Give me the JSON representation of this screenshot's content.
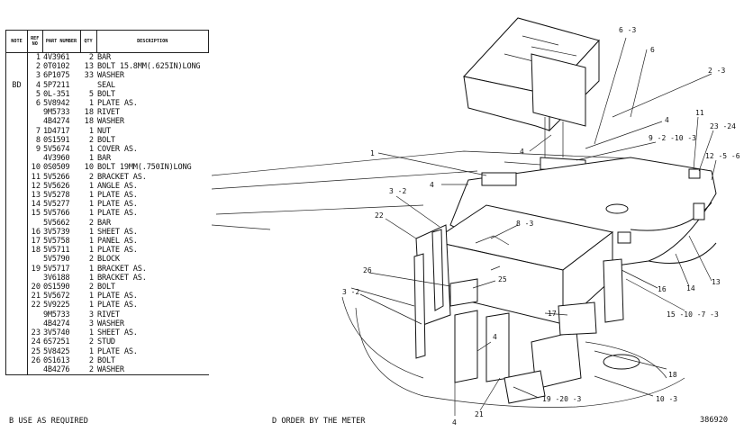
{
  "table": {
    "headers": {
      "note": "NOTE",
      "ref": "REF NO",
      "part": "PART NUMBER",
      "qty": "QTY",
      "desc": "DESCRIPTION"
    },
    "rows": [
      {
        "note": "",
        "ref": "1",
        "part": "4V3961",
        "qty": "2",
        "desc": "BAR"
      },
      {
        "note": "",
        "ref": "2",
        "part": "0T0102",
        "qty": "13",
        "desc": "BOLT 15.8MM(.625IN)LONG"
      },
      {
        "note": "",
        "ref": "3",
        "part": "6P1075",
        "qty": "33",
        "desc": "WASHER"
      },
      {
        "note": "BD",
        "ref": "4",
        "part": "5P7211",
        "qty": "",
        "desc": "SEAL"
      },
      {
        "note": "",
        "ref": "5",
        "part": "0L-351",
        "qty": "5",
        "desc": "BOLT"
      },
      {
        "note": "",
        "ref": "6",
        "part": "5V8942",
        "qty": "1",
        "desc": "PLATE AS."
      },
      {
        "note": "",
        "ref": "",
        "part": "9M5733",
        "qty": "18",
        "desc": "RIVET"
      },
      {
        "note": "",
        "ref": "",
        "part": "4B4274",
        "qty": "18",
        "desc": "WASHER"
      },
      {
        "note": "",
        "ref": "7",
        "part": "1D4717",
        "qty": "1",
        "desc": "NUT"
      },
      {
        "note": "",
        "ref": "8",
        "part": "0S1591",
        "qty": "2",
        "desc": "BOLT"
      },
      {
        "note": "",
        "ref": "9",
        "part": "5V5674",
        "qty": "1",
        "desc": "COVER AS."
      },
      {
        "note": "",
        "ref": "",
        "part": "4V3960",
        "qty": "1",
        "desc": "BAR"
      },
      {
        "note": "",
        "ref": "10",
        "part": "0S0509",
        "qty": "10",
        "desc": "BOLT 19MM(.750IN)LONG"
      },
      {
        "note": "",
        "ref": "11",
        "part": "5V5266",
        "qty": "2",
        "desc": "BRACKET AS."
      },
      {
        "note": "",
        "ref": "12",
        "part": "5V5626",
        "qty": "1",
        "desc": "ANGLE AS."
      },
      {
        "note": "",
        "ref": "13",
        "part": "5V5278",
        "qty": "1",
        "desc": "PLATE AS."
      },
      {
        "note": "",
        "ref": "14",
        "part": "5V5277",
        "qty": "1",
        "desc": "PLATE AS."
      },
      {
        "note": "",
        "ref": "15",
        "part": "5V5766",
        "qty": "1",
        "desc": "PLATE AS."
      },
      {
        "note": "",
        "ref": "",
        "part": "5V5662",
        "qty": "2",
        "desc": "BAR"
      },
      {
        "note": "",
        "ref": "16",
        "part": "3V5739",
        "qty": "1",
        "desc": "SHEET AS."
      },
      {
        "note": "",
        "ref": "17",
        "part": "5V5758",
        "qty": "1",
        "desc": "PANEL AS."
      },
      {
        "note": "",
        "ref": "18",
        "part": "5V5711",
        "qty": "1",
        "desc": "PLATE AS."
      },
      {
        "note": "",
        "ref": "",
        "part": "5V5790",
        "qty": "2",
        "desc": "BLOCK"
      },
      {
        "note": "",
        "ref": "19",
        "part": "5V5717",
        "qty": "1",
        "desc": "BRACKET AS."
      },
      {
        "note": "",
        "ref": "",
        "part": "3V6188",
        "qty": "1",
        "desc": "BRACKET AS."
      },
      {
        "note": "",
        "ref": "20",
        "part": "0S1590",
        "qty": "2",
        "desc": "BOLT"
      },
      {
        "note": "",
        "ref": "21",
        "part": "5V5672",
        "qty": "1",
        "desc": "PLATE AS."
      },
      {
        "note": "",
        "ref": "22",
        "part": "5V9225",
        "qty": "1",
        "desc": "PLATE AS."
      },
      {
        "note": "",
        "ref": "",
        "part": "9M5733",
        "qty": "3",
        "desc": "RIVET"
      },
      {
        "note": "",
        "ref": "",
        "part": "4B4274",
        "qty": "3",
        "desc": "WASHER"
      },
      {
        "note": "",
        "ref": "23",
        "part": "3V5740",
        "qty": "1",
        "desc": "SHEET AS."
      },
      {
        "note": "",
        "ref": "24",
        "part": "6S7251",
        "qty": "2",
        "desc": "STUD"
      },
      {
        "note": "",
        "ref": "25",
        "part": "5V8425",
        "qty": "1",
        "desc": "PLATE AS."
      },
      {
        "note": "",
        "ref": "26",
        "part": "0S1613",
        "qty": "2",
        "desc": "BOLT"
      },
      {
        "note": "",
        "ref": "",
        "part": "4B4276",
        "qty": "2",
        "desc": "WASHER"
      }
    ]
  },
  "footnotes": {
    "b": "B   USE AS REQUIRED",
    "d": "D   ORDER BY THE METER"
  },
  "figure_number": "386920",
  "callouts": {
    "c1": "1",
    "c2": "2 -3",
    "c3": "3 -2",
    "c3b": "3 -2",
    "c4a": "4",
    "c4b": "4",
    "c4c": "4",
    "c4d": "4",
    "c4e": "4",
    "c6": "6",
    "c6b": "6 -3",
    "c8": "8 -3",
    "c9": "9 -2 -10 -3",
    "c10": "10 -3",
    "c11": "11",
    "c12": "12 -5 -6",
    "c13": "13",
    "c14": "14",
    "c15": "15 -10 -7 -3",
    "c16": "16",
    "c17": "17",
    "c18": "18",
    "c19": "19 -20 -3",
    "c21": "21",
    "c22": "22",
    "c23": "23 -24",
    "c25": "25",
    "c26": "26"
  }
}
